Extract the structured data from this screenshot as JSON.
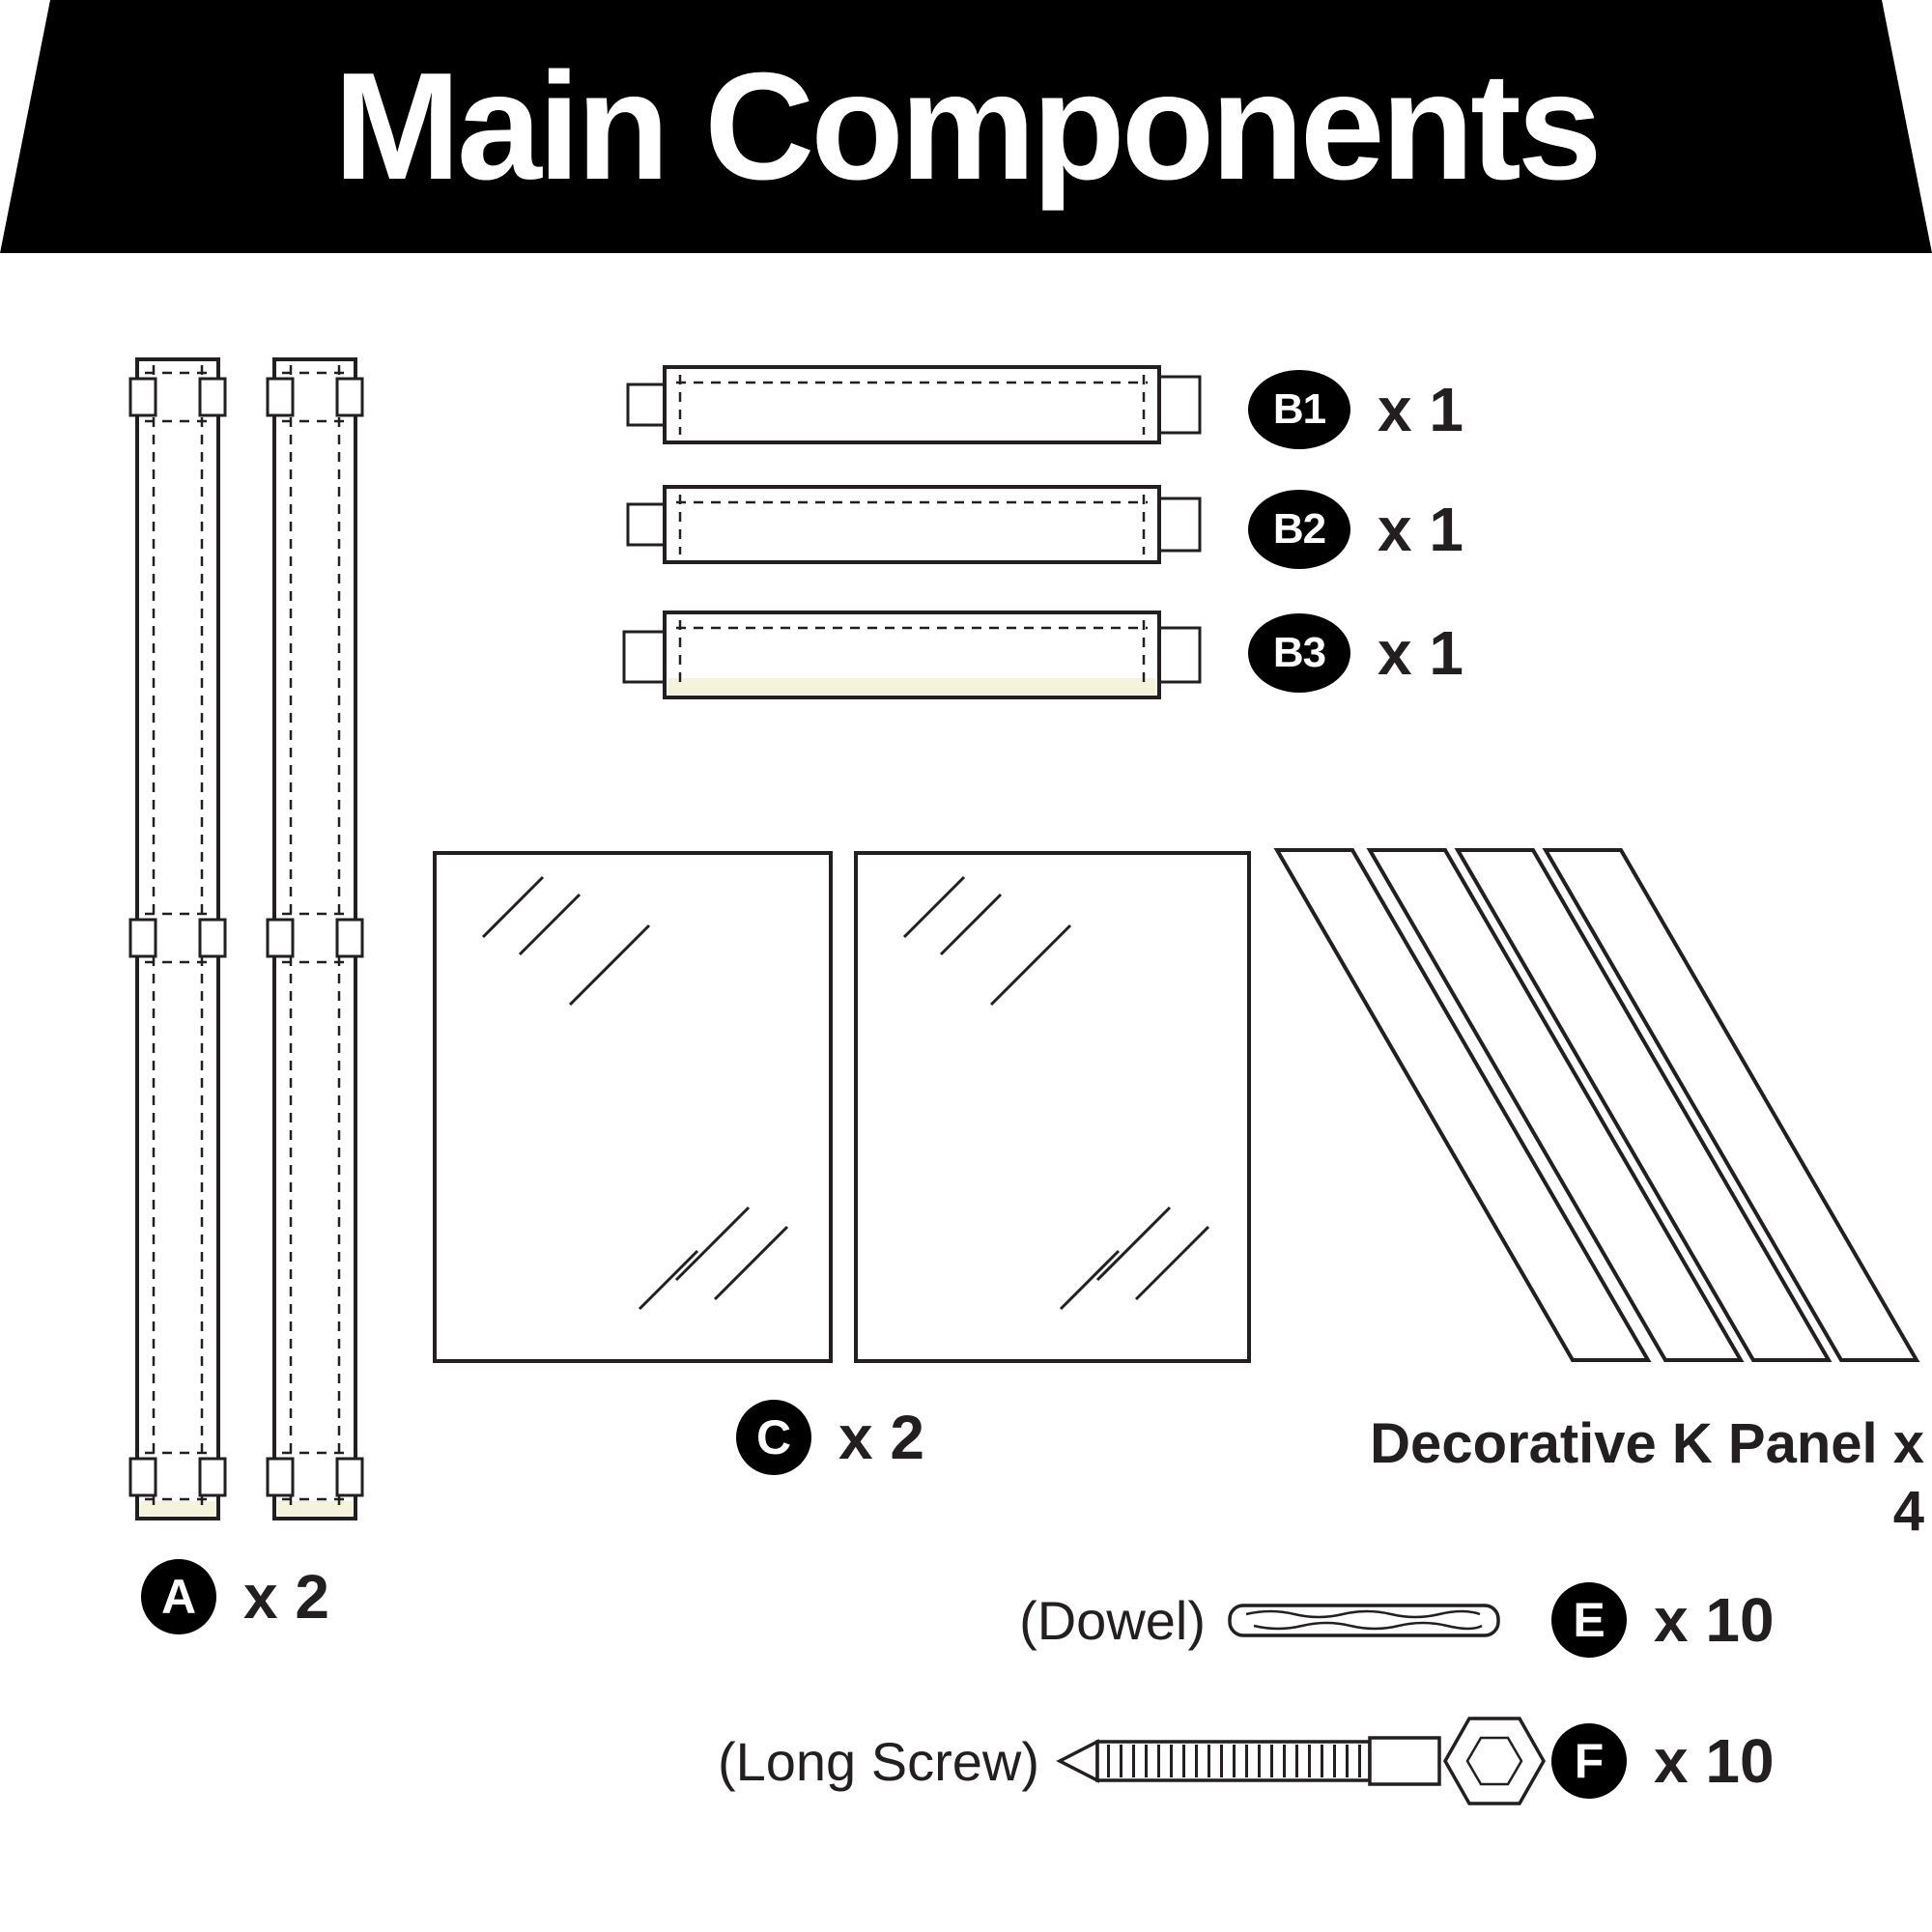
{
  "title": "Main Components",
  "colors": {
    "header_bg": "#000000",
    "title_text": "#ffffff",
    "line": "#231f20",
    "edge_accent": "#f5f4da"
  },
  "parts": {
    "a": {
      "badge": "A",
      "count": "x 2"
    },
    "b1": {
      "badge": "B1",
      "count": "x 1"
    },
    "b2": {
      "badge": "B2",
      "count": "x 1"
    },
    "b3": {
      "badge": "B3",
      "count": "x 1"
    },
    "c": {
      "badge": "C",
      "count": "x 2"
    },
    "k_panel": {
      "caption": "Decorative K Panel x 4"
    },
    "dowel": {
      "caption": "(Dowel)",
      "badge": "E",
      "count": "x 10"
    },
    "long_screw": {
      "caption": "(Long Screw)",
      "badge": "F",
      "count": "x 10"
    }
  }
}
